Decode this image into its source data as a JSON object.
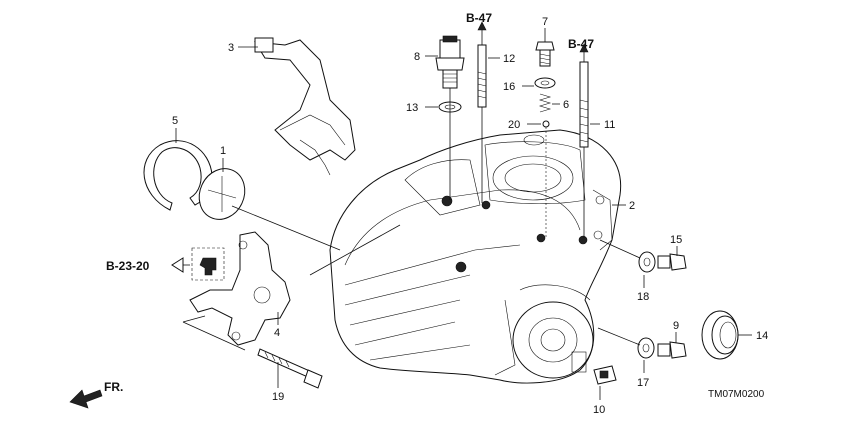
{
  "diagram": {
    "reference_labels": {
      "ref_top_left": "B-47",
      "ref_top_right": "B-47",
      "ref_left": "B-23-20"
    },
    "front_label": "FR.",
    "diagram_code": "TM07M0200",
    "callouts": {
      "c1": "1",
      "c2": "2",
      "c3": "3",
      "c4": "4",
      "c5": "5",
      "c6": "6",
      "c7": "7",
      "c8": "8",
      "c9": "9",
      "c10": "10",
      "c11": "11",
      "c12": "12",
      "c13": "13",
      "c14": "14",
      "c15": "15",
      "c16": "16",
      "c17": "17",
      "c18": "18",
      "c19": "19",
      "c20": "20"
    }
  }
}
